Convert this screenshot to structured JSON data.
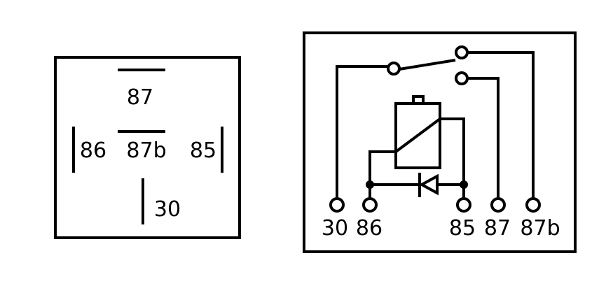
{
  "pinout": {
    "labels": {
      "pin_87": "87",
      "pin_87b": "87b",
      "pin_86": "86",
      "pin_85": "85",
      "pin_30": "30"
    }
  },
  "schematic": {
    "terminals": {
      "t30": "30",
      "t86": "86",
      "t85": "85",
      "t87": "87",
      "t87b": "87b"
    }
  },
  "colors": {
    "ink": "#000000",
    "background": "#ffffff"
  }
}
